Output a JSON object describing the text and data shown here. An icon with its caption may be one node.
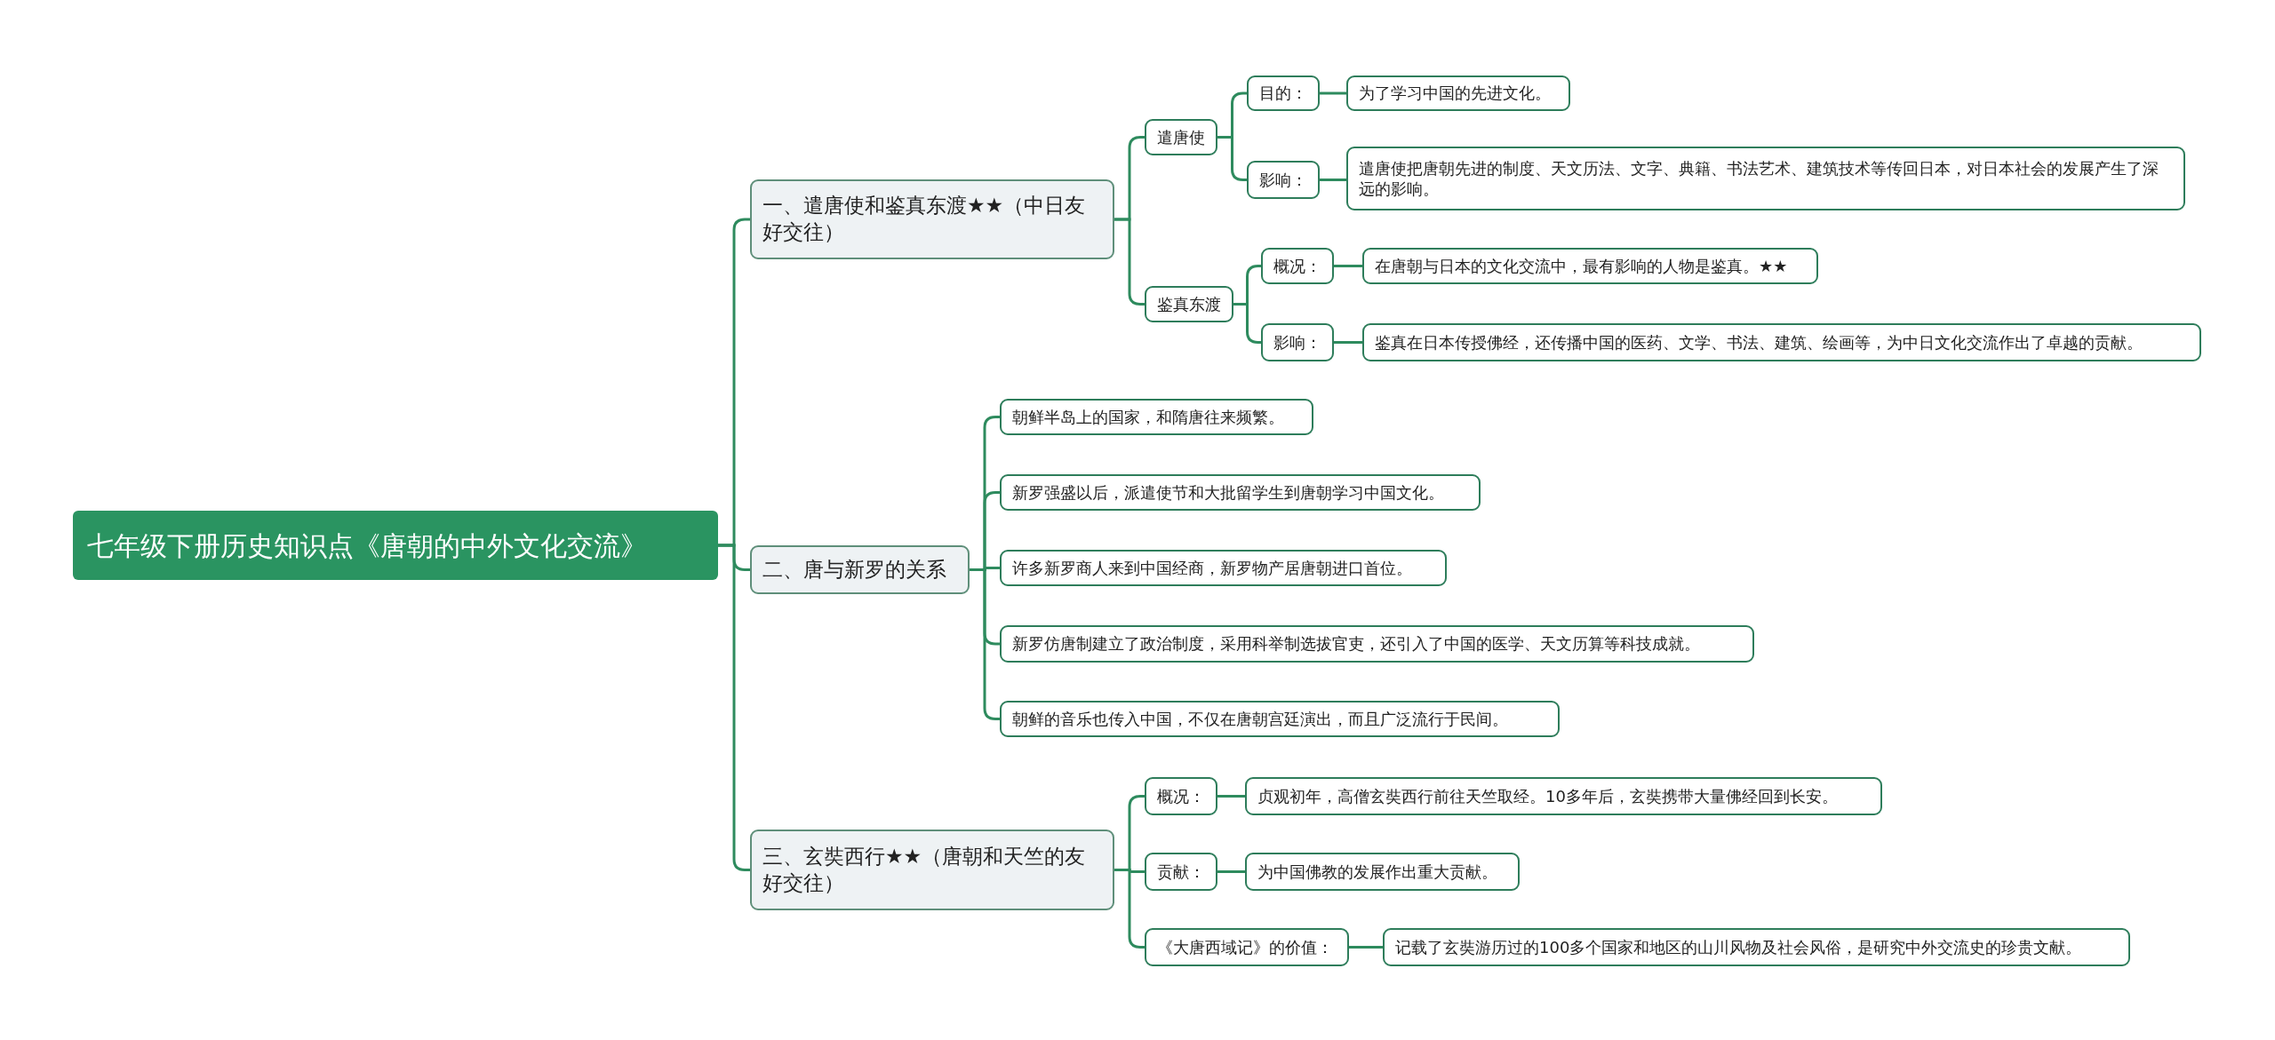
{
  "diagram": {
    "nodes": [
      {
        "text": [
          "七年级下册历史知识点《唐朝的中外文化交流》"
        ]
      },
      {
        "text": [
          "一、遣唐使和鉴真东渡★★（中日友好交往）"
        ]
      },
      {
        "text": [
          "遣唐使"
        ]
      },
      {
        "text": [
          "目的："
        ]
      },
      {
        "text": [
          "为了学习中国的先进文化。"
        ]
      },
      {
        "text": [
          "影响："
        ]
      },
      {
        "text": [
          "遣唐使把唐朝先进的制度、天文历法、文字、典籍、书法艺术、建筑技术等传回日本，对日本社会的发展产生了深远的影响。"
        ]
      },
      {
        "text": [
          "鉴真东渡"
        ]
      },
      {
        "text": [
          "概况："
        ]
      },
      {
        "text": [
          "在唐朝与日本的文化交流中，最有影响的人物是鉴真。★★"
        ]
      },
      {
        "text": [
          "影响："
        ]
      },
      {
        "text": [
          "鉴真在日本传授佛经，还传播中国的医药、文学、书法、建筑、绘画等，为中日文化交流作出了卓越的贡献。"
        ]
      },
      {
        "text": [
          "二、唐与新罗的关系"
        ]
      },
      {
        "text": [
          "朝鲜半岛上的国家，和隋唐往来频繁。"
        ]
      },
      {
        "text": [
          "新罗强盛以后，派遣使节和大批留学生到唐朝学习中国文化。"
        ]
      },
      {
        "text": [
          "许多新罗商人来到中国经商，新罗物产居唐朝进口首位。"
        ]
      },
      {
        "text": [
          "新罗仿唐制建立了政治制度，采用科举制选拔官吏，还引入了中国的医学、天文历算等科技成就。"
        ]
      },
      {
        "text": [
          "朝鲜的音乐也传入中国，不仅在唐朝宫廷演出，而且广泛流行于民间。"
        ]
      },
      {
        "text": [
          "三、玄奘西行★★（唐朝和天竺的友好交往）"
        ]
      },
      {
        "text": [
          "概况："
        ]
      },
      {
        "text": [
          "贞观初年，高僧玄奘西行前往天竺取经。10多年后，玄奘携带大量佛经回到长安。"
        ]
      },
      {
        "text": [
          "贡献："
        ]
      },
      {
        "text": [
          "为中国佛教的发展作出重大贡献。"
        ]
      },
      {
        "text": [
          "《大唐西域记》的价值："
        ]
      },
      {
        "text": [
          "记载了玄奘游历过的100多个国家和地区的山川风物及社会风俗，是研究中外交流史的珍贵文献。"
        ]
      }
    ],
    "edges": [
      {
        "from": 0,
        "to": 1,
        "arrow": "none"
      },
      {
        "from": 0,
        "to": 12,
        "arrow": "none"
      },
      {
        "from": 0,
        "to": 18,
        "arrow": "none"
      },
      {
        "from": 1,
        "to": 2,
        "arrow": "none"
      },
      {
        "from": 1,
        "to": 7,
        "arrow": "none"
      },
      {
        "from": 2,
        "to": 3,
        "arrow": "none"
      },
      {
        "from": 2,
        "to": 5,
        "arrow": "none"
      },
      {
        "from": 3,
        "to": 4,
        "arrow": "none"
      },
      {
        "from": 5,
        "to": 6,
        "arrow": "none"
      },
      {
        "from": 7,
        "to": 8,
        "arrow": "none"
      },
      {
        "from": 7,
        "to": 10,
        "arrow": "none"
      },
      {
        "from": 8,
        "to": 9,
        "arrow": "none"
      },
      {
        "from": 10,
        "to": 11,
        "arrow": "none"
      },
      {
        "from": 12,
        "to": 13,
        "arrow": "none"
      },
      {
        "from": 12,
        "to": 14,
        "arrow": "none"
      },
      {
        "from": 12,
        "to": 15,
        "arrow": "none"
      },
      {
        "from": 12,
        "to": 16,
        "arrow": "none"
      },
      {
        "from": 12,
        "to": 17,
        "arrow": "none"
      },
      {
        "from": 18,
        "to": 19,
        "arrow": "none"
      },
      {
        "from": 18,
        "to": 21,
        "arrow": "none"
      },
      {
        "from": 18,
        "to": 23,
        "arrow": "none"
      },
      {
        "from": 19,
        "to": 20,
        "arrow": "none"
      },
      {
        "from": 21,
        "to": 22,
        "arrow": "none"
      },
      {
        "from": 23,
        "to": 24,
        "arrow": "none"
      }
    ]
  }
}
